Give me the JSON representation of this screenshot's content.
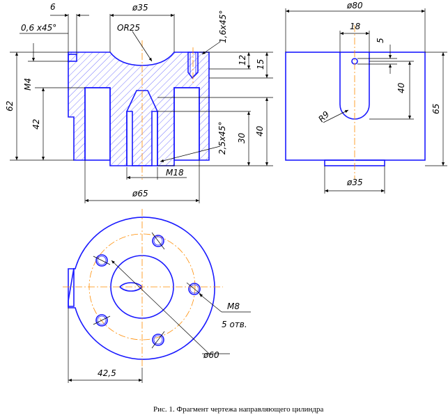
{
  "dimensions": {
    "d6": "6",
    "d06": "0,6 x45°",
    "phi35_top": "ø35",
    "or25": "OR25",
    "c16": "1,6x45°",
    "d12": "12",
    "d15": "15",
    "m4": "M4",
    "d62": "62",
    "d42": "42",
    "d30": "30",
    "d40_left": "40",
    "c25": "2,5x45°",
    "m18": "M18",
    "phi65": "ø65",
    "phi80": "ø80",
    "d18": "18",
    "d5": "5",
    "d40_right": "40",
    "r9": "R9",
    "d65": "65",
    "phi35_side": "ø35",
    "m8": "M8",
    "holes": "5 отв.",
    "phi60": "ø60",
    "d425": "42,5"
  },
  "caption": "Рис. 1. Фрагмент чертежа направляющего цилиндра",
  "colors": {
    "outline": "#1a1aff",
    "axis": "#ff8c00",
    "hatch": "#1a1aff"
  }
}
